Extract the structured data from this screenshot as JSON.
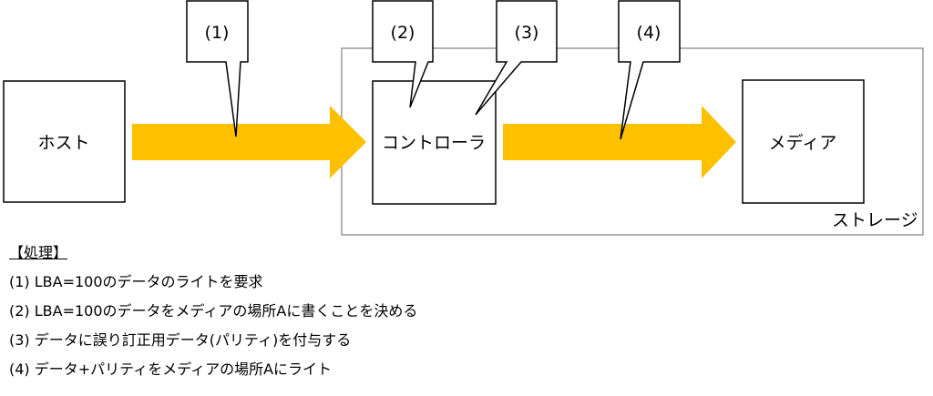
{
  "nodes": {
    "host": "ホスト",
    "controller": "コントローラ",
    "media": "メディア",
    "storage": "ストレージ"
  },
  "callouts": [
    "(1)",
    "(2)",
    "(3)",
    "(4)"
  ],
  "process": {
    "title": "【処理】",
    "steps": [
      "(1) LBA=100のデータのライトを要求",
      "(2) LBA=100のデータをメディアの場所Aに書くことを決める",
      "(3) データに誤り訂正用データ(パリティ)を付与する",
      "(4) データ+パリティをメディアの場所Aにライト"
    ]
  },
  "colors": {
    "arrow": "#FFC000",
    "line": "#000000",
    "storage_border": "#7f7f7f"
  }
}
